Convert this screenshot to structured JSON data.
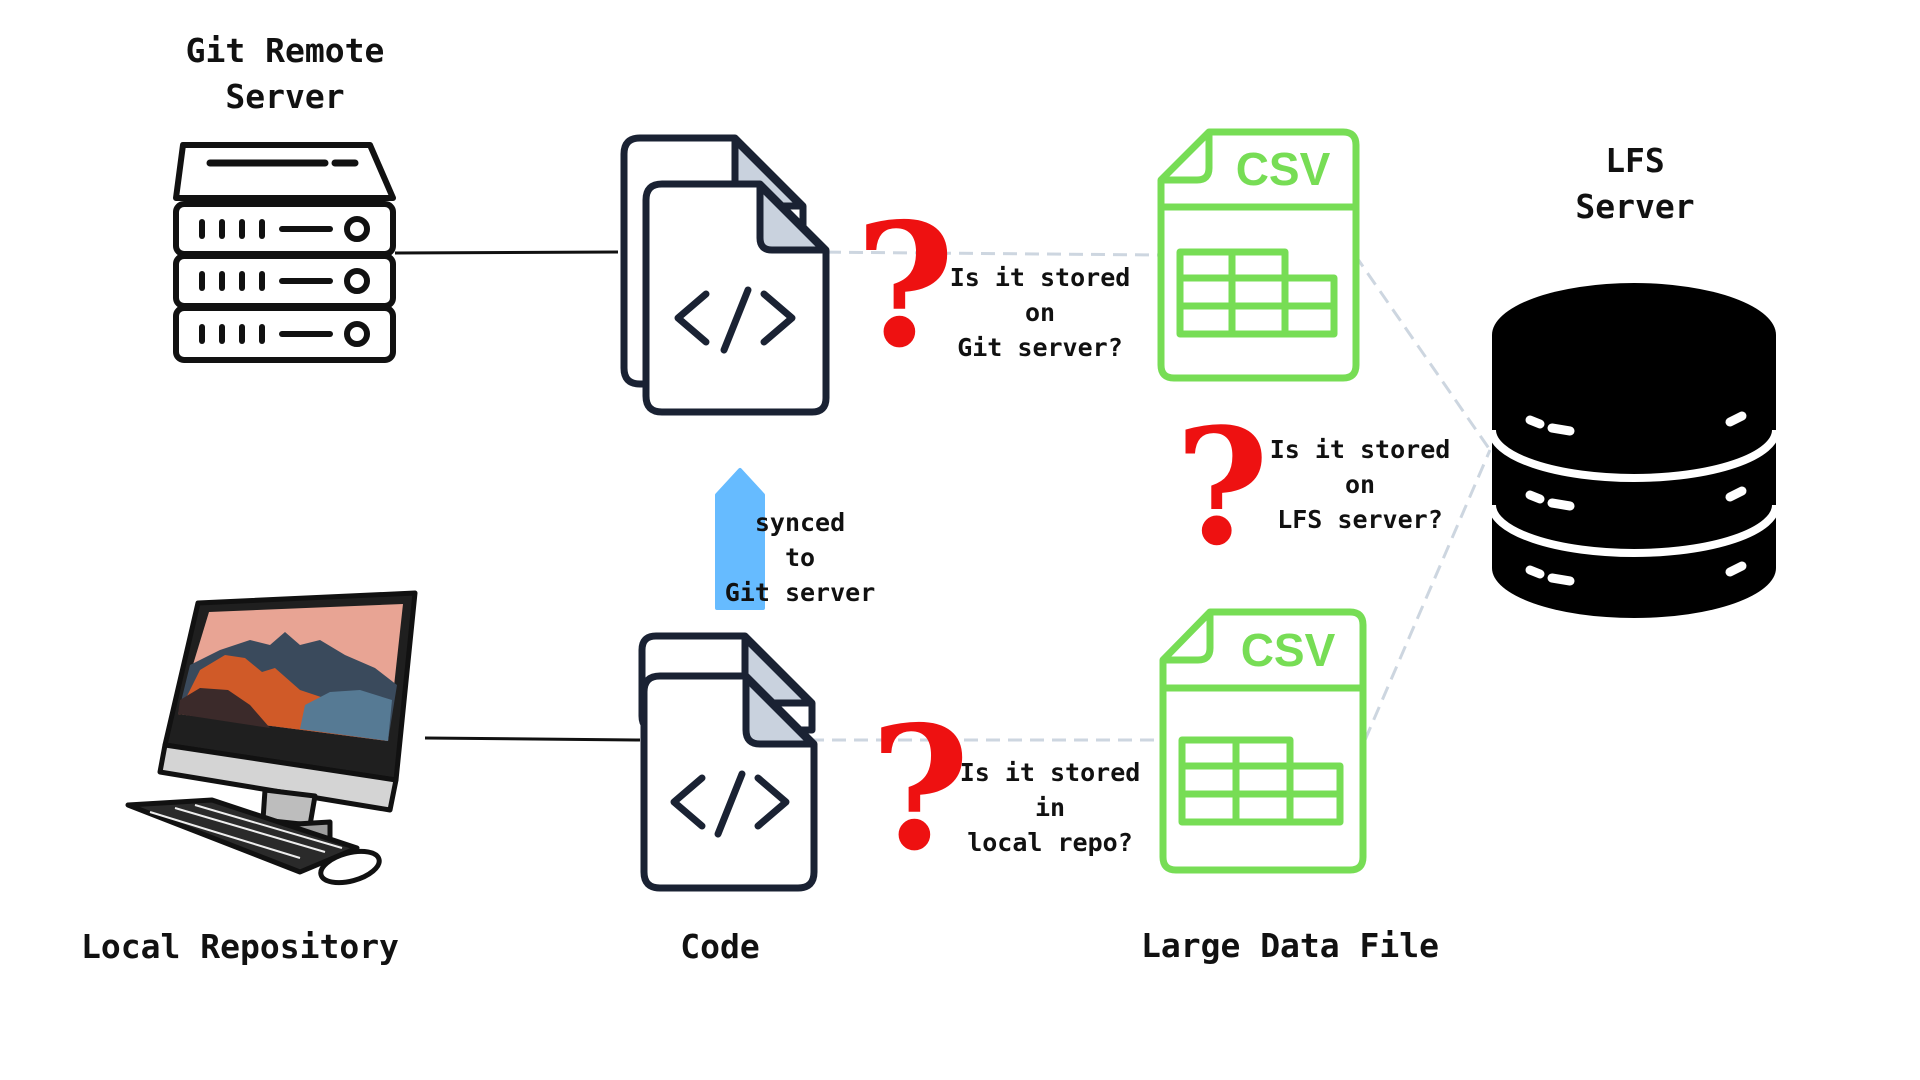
{
  "labels": {
    "git_remote_server": "Git Remote\nServer",
    "lfs_server": "LFS\nServer",
    "local_repository": "Local Repository",
    "code": "Code",
    "large_data_file": "Large Data File",
    "synced": "synced\nto\nGit server",
    "q_git": "Is it stored\non\nGit server?",
    "q_lfs": "Is it stored\non\nLFS server?",
    "q_local": "Is it stored\nin\nlocal repo?",
    "csv_top": "CSV",
    "csv_bottom": "CSV",
    "qmark": "?"
  },
  "colors": {
    "csv_green": "#77dd55",
    "arrow_blue": "#66bbff",
    "question_red": "#ee1111",
    "dashed_line": "#cdd6e0",
    "code_doc": "#1a2233"
  },
  "icons": [
    "server-rack-icon",
    "code-file-icon",
    "csv-file-icon",
    "database-icon",
    "desktop-computer-icon",
    "question-mark-icon",
    "up-arrow-icon"
  ]
}
